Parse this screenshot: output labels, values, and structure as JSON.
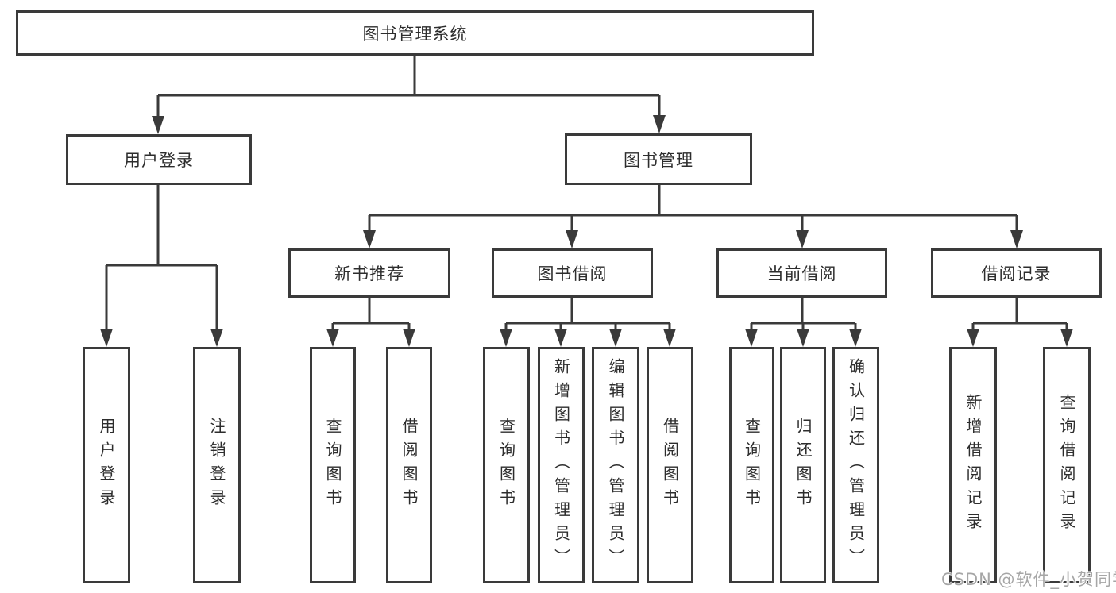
{
  "diagram": {
    "root": "图书管理系统",
    "user_login": {
      "label": "用户登录",
      "children": [
        "用户登录",
        "注销登录"
      ]
    },
    "book_management": {
      "label": "图书管理",
      "sections": [
        {
          "label": "新书推荐",
          "children": [
            "查询图书",
            "借阅图书"
          ]
        },
        {
          "label": "图书借阅",
          "children": [
            "查询图书",
            "新增图书（管理员）",
            "编辑图书（管理员）",
            "借阅图书"
          ]
        },
        {
          "label": "当前借阅",
          "children": [
            "查询图书",
            "归还图书",
            "确认归还（管理员）"
          ]
        },
        {
          "label": "借阅记录",
          "children": [
            "新增借阅记录",
            "查询借阅记录"
          ]
        }
      ]
    }
  },
  "watermark": "CSDN @软件_小贺同学",
  "colors": {
    "line": "#3a3a3a",
    "text": "#2d2d2d",
    "watermark_text": "#a6a6a6",
    "background": "#ffffff"
  }
}
